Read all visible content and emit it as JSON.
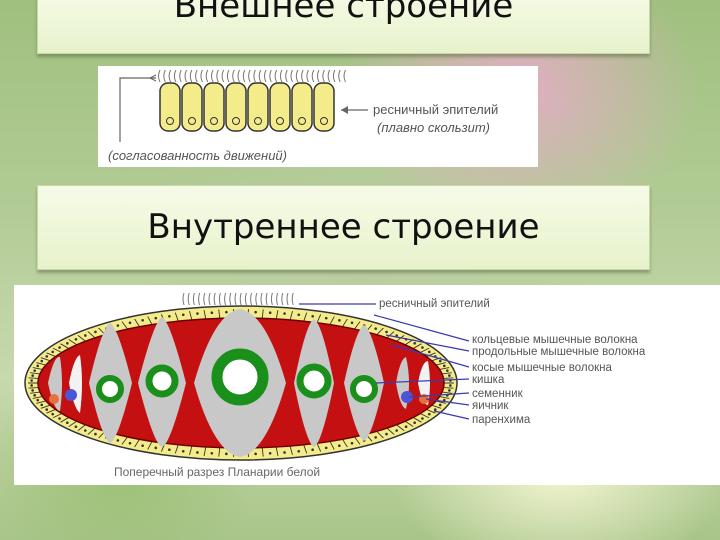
{
  "slide": {
    "title_external": "Внешнее строение",
    "title_internal": "Внутреннее строение"
  },
  "epithelium_diagram": {
    "label_epithelium": "ресничный эпителий",
    "label_glide": "(плавно скользит)",
    "label_coordination": "(согласованность движений)"
  },
  "cross_section": {
    "labels": [
      "ресничный эпителий",
      "кольцевые мышечные волокна",
      "продольные мышечные волокна",
      "косые мышечные волокна",
      "кишка",
      "семенник",
      "яичник",
      "паренхима"
    ],
    "caption": "Поперечный разрез Планарии белой"
  },
  "colors": {
    "muscle_red": "#c41010",
    "cell_yellow": "#f4ec8a",
    "gut_green": "#1a8f1a",
    "parenchyma_gray": "#c8c8c8",
    "testis_blue": "#4b56d6",
    "ovary_orange": "#e8703a",
    "label_gray": "#555555"
  }
}
